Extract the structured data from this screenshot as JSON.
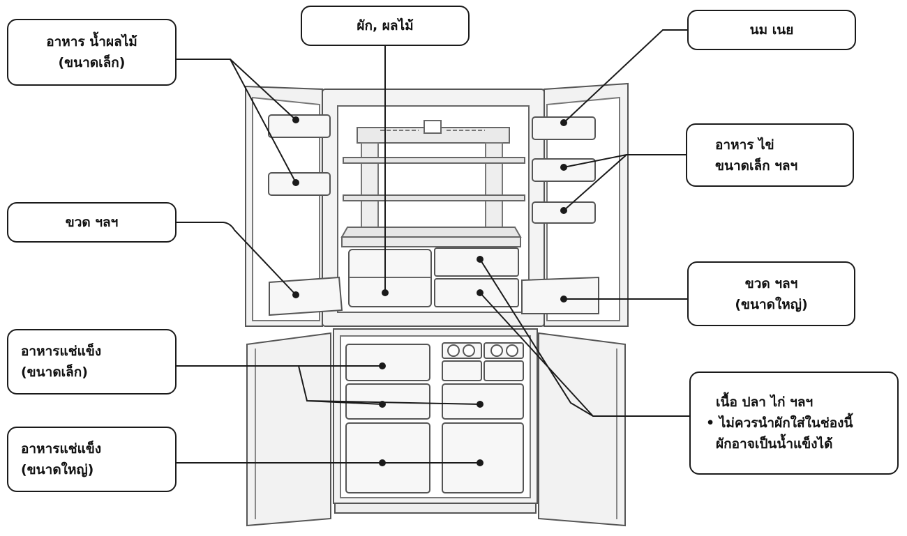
{
  "labels": {
    "juice": {
      "line1": "อาหาร น้ำผลไม้",
      "line2": "(ขนาดเล็ก)"
    },
    "veg": {
      "line1": "ผัก, ผลไม้"
    },
    "milk": {
      "line1": "นม เนย"
    },
    "egg": {
      "line1": "อาหาร ไข่",
      "line2": "ขนาดเล็ก ฯลฯ"
    },
    "bottle_small": {
      "line1": "ขวด ฯลฯ"
    },
    "bottle_large": {
      "line1": "ขวด ฯลฯ",
      "line2": "(ขนาดใหญ่)"
    },
    "frozen_small": {
      "line1": "อาหารแช่แข็ง",
      "line2": "(ขนาดเล็ก)"
    },
    "frozen_large": {
      "line1": "อาหารแช่แข็ง",
      "line2": "(ขนาดใหญ่)"
    },
    "meat": {
      "line1": "เนื้อ ปลา ไก่ ฯลฯ",
      "bullet": "•",
      "line2": "ไม่ควรนำผักใส่ในช่องนี้",
      "line3": "ผักอาจเป็นน้ำแข็งได้"
    }
  },
  "colors": {
    "outline": "#1a1a1a",
    "fridge_fill": "#f2f2f2",
    "fridge_stroke": "#555555",
    "inner_fill": "#ffffff"
  }
}
